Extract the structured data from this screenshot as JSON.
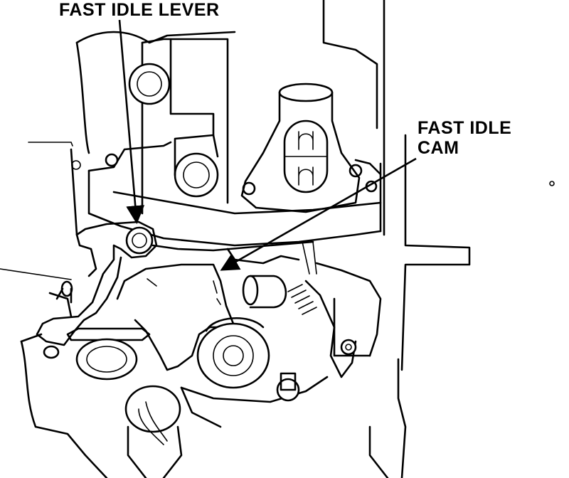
{
  "labels": {
    "fast_idle_lever": "FAST IDLE LEVER",
    "fast_idle_cam_line1": "FAST IDLE",
    "fast_idle_cam_line2": "CAM"
  },
  "colors": {
    "line": "#000000",
    "background": "#ffffff"
  }
}
